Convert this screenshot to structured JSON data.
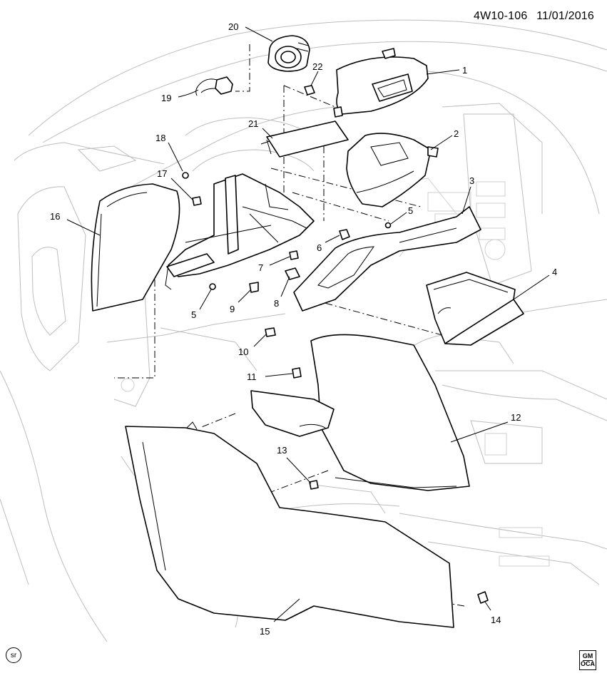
{
  "header": {
    "diagram_code": "4W10-106",
    "date": "11/01/2016"
  },
  "callouts": [
    {
      "id": "c1",
      "label": "1"
    },
    {
      "id": "c2",
      "label": "2"
    },
    {
      "id": "c3",
      "label": "3"
    },
    {
      "id": "c4",
      "label": "4"
    },
    {
      "id": "c5a",
      "label": "5"
    },
    {
      "id": "c5b",
      "label": "5"
    },
    {
      "id": "c6",
      "label": "6"
    },
    {
      "id": "c7",
      "label": "7"
    },
    {
      "id": "c8",
      "label": "8"
    },
    {
      "id": "c9",
      "label": "9"
    },
    {
      "id": "c10",
      "label": "10"
    },
    {
      "id": "c11",
      "label": "11"
    },
    {
      "id": "c12",
      "label": "12"
    },
    {
      "id": "c13",
      "label": "13"
    },
    {
      "id": "c14",
      "label": "14"
    },
    {
      "id": "c15",
      "label": "15"
    },
    {
      "id": "c16",
      "label": "16"
    },
    {
      "id": "c17",
      "label": "17"
    },
    {
      "id": "c18",
      "label": "18"
    },
    {
      "id": "c19",
      "label": "19"
    },
    {
      "id": "c20",
      "label": "20"
    },
    {
      "id": "c21",
      "label": "21"
    },
    {
      "id": "c22",
      "label": "22"
    }
  ],
  "footer": {
    "badge": "sr",
    "logo_mark": "GM",
    "logo_sub": "OCA"
  }
}
